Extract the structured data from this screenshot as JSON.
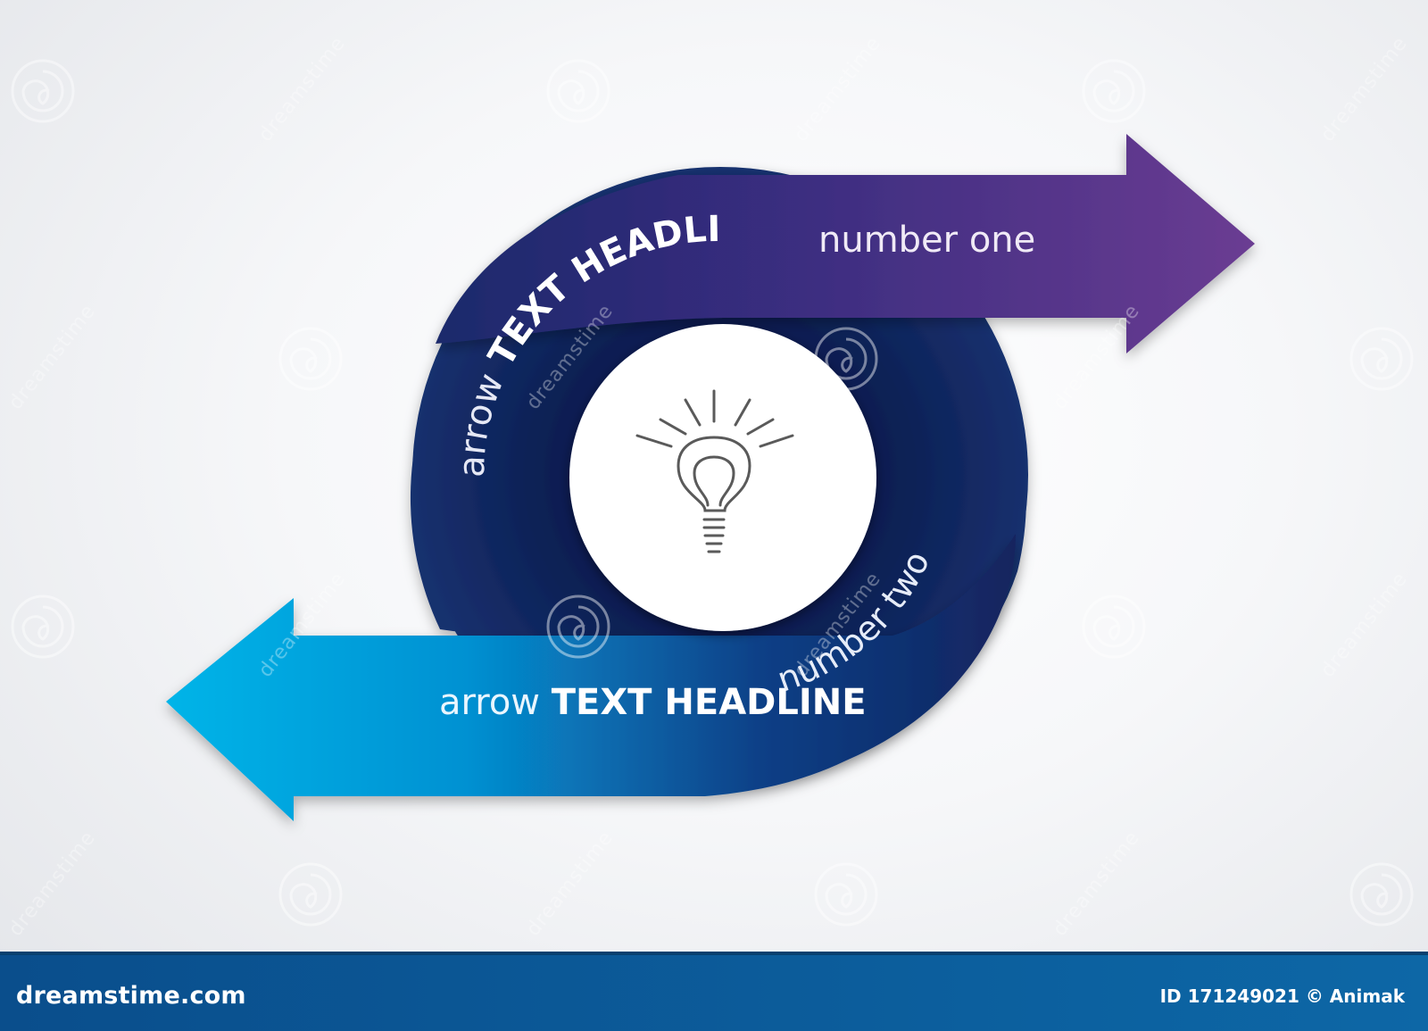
{
  "diagram": {
    "arrow_one": {
      "prefix": "arrow",
      "headline": "TEXT HEADLINE",
      "suffix": "number one",
      "color_start": "#1b2a6b",
      "color_end": "#6a3c92"
    },
    "arrow_two": {
      "prefix": "arrow",
      "headline": "TEXT HEADLINE",
      "suffix": "number two",
      "color_start": "#00b2e6",
      "color_end": "#14245e"
    },
    "ring_color": "#0f2459",
    "center_icon": "lightbulb-icon"
  },
  "watermark": {
    "text": "dreamstime",
    "icon": "spiral-logo-icon"
  },
  "footer": {
    "brand": "dreamstime.com",
    "id_text": "ID 171249021 © Animak",
    "background": "#0d5c99"
  }
}
